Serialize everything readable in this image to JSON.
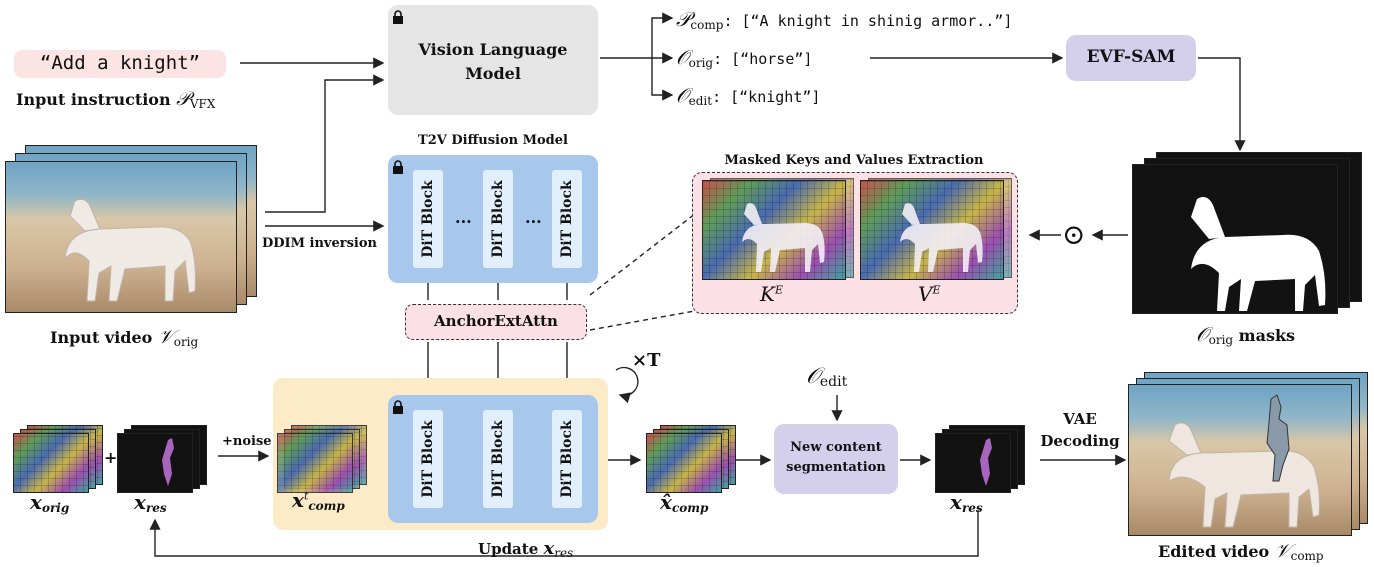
{
  "input_instruction": {
    "quote": "“Add a knight”",
    "label": "Input instruction ",
    "symbol": "𝒫",
    "sub": "VFX"
  },
  "vlm": {
    "line1": "Vision Language",
    "line2": "Model"
  },
  "outputs": {
    "comp": {
      "symbol": "𝒫",
      "sub": "comp",
      "text": ": [“A knight in shinig armor..”]"
    },
    "orig": {
      "symbol": "𝒪",
      "sub": "orig",
      "text": ": [“horse”]"
    },
    "edit": {
      "symbol": "𝒪",
      "sub": "edit",
      "text": ": [“knight”]"
    }
  },
  "evf_sam": "EVF-SAM",
  "t2v": {
    "title": "T2V Diffusion Model",
    "block": "DiT Block",
    "dots": "..."
  },
  "ddim": "DDIM inversion",
  "input_video": {
    "label": "Input video ",
    "symbol": "𝒱",
    "sub": "orig"
  },
  "masked_kv": {
    "title": "Masked Keys and Values Extraction",
    "k": "K",
    "v": "V",
    "sup": "E"
  },
  "masks": {
    "symbol": "𝒪",
    "sub": "orig",
    "label": " masks"
  },
  "odot": "⊙",
  "anchor": "AnchorExtAttn",
  "loop": "×T",
  "o_edit": {
    "symbol": "𝒪",
    "sub": "edit"
  },
  "noise_label": "+noise",
  "plus": "+",
  "x_orig": {
    "x": "x",
    "sub": "orig"
  },
  "x_res": {
    "x": "x",
    "sub": "res"
  },
  "x_comp_t": {
    "x": "x",
    "sup": "t",
    "sub": "comp"
  },
  "x_hat_comp": {
    "x": "x̂",
    "sub": "comp"
  },
  "segmentation": {
    "line1": "New content",
    "line2": "segmentation"
  },
  "vae": {
    "line1": "VAE",
    "line2": "Decoding"
  },
  "update": {
    "label": "Update ",
    "x": "x",
    "sub": "res"
  },
  "edited_video": {
    "label": "Edited video ",
    "symbol": "𝒱",
    "sub": "comp"
  },
  "colors": {
    "vlm": "#e5e5e5",
    "t2v": "#a7c8ec",
    "dit": "#e1eefb",
    "instruction": "#fde4e4",
    "anchor": "#fbe0e6",
    "update_panel": "#fdebc8",
    "purple": "#d4d0ec"
  }
}
